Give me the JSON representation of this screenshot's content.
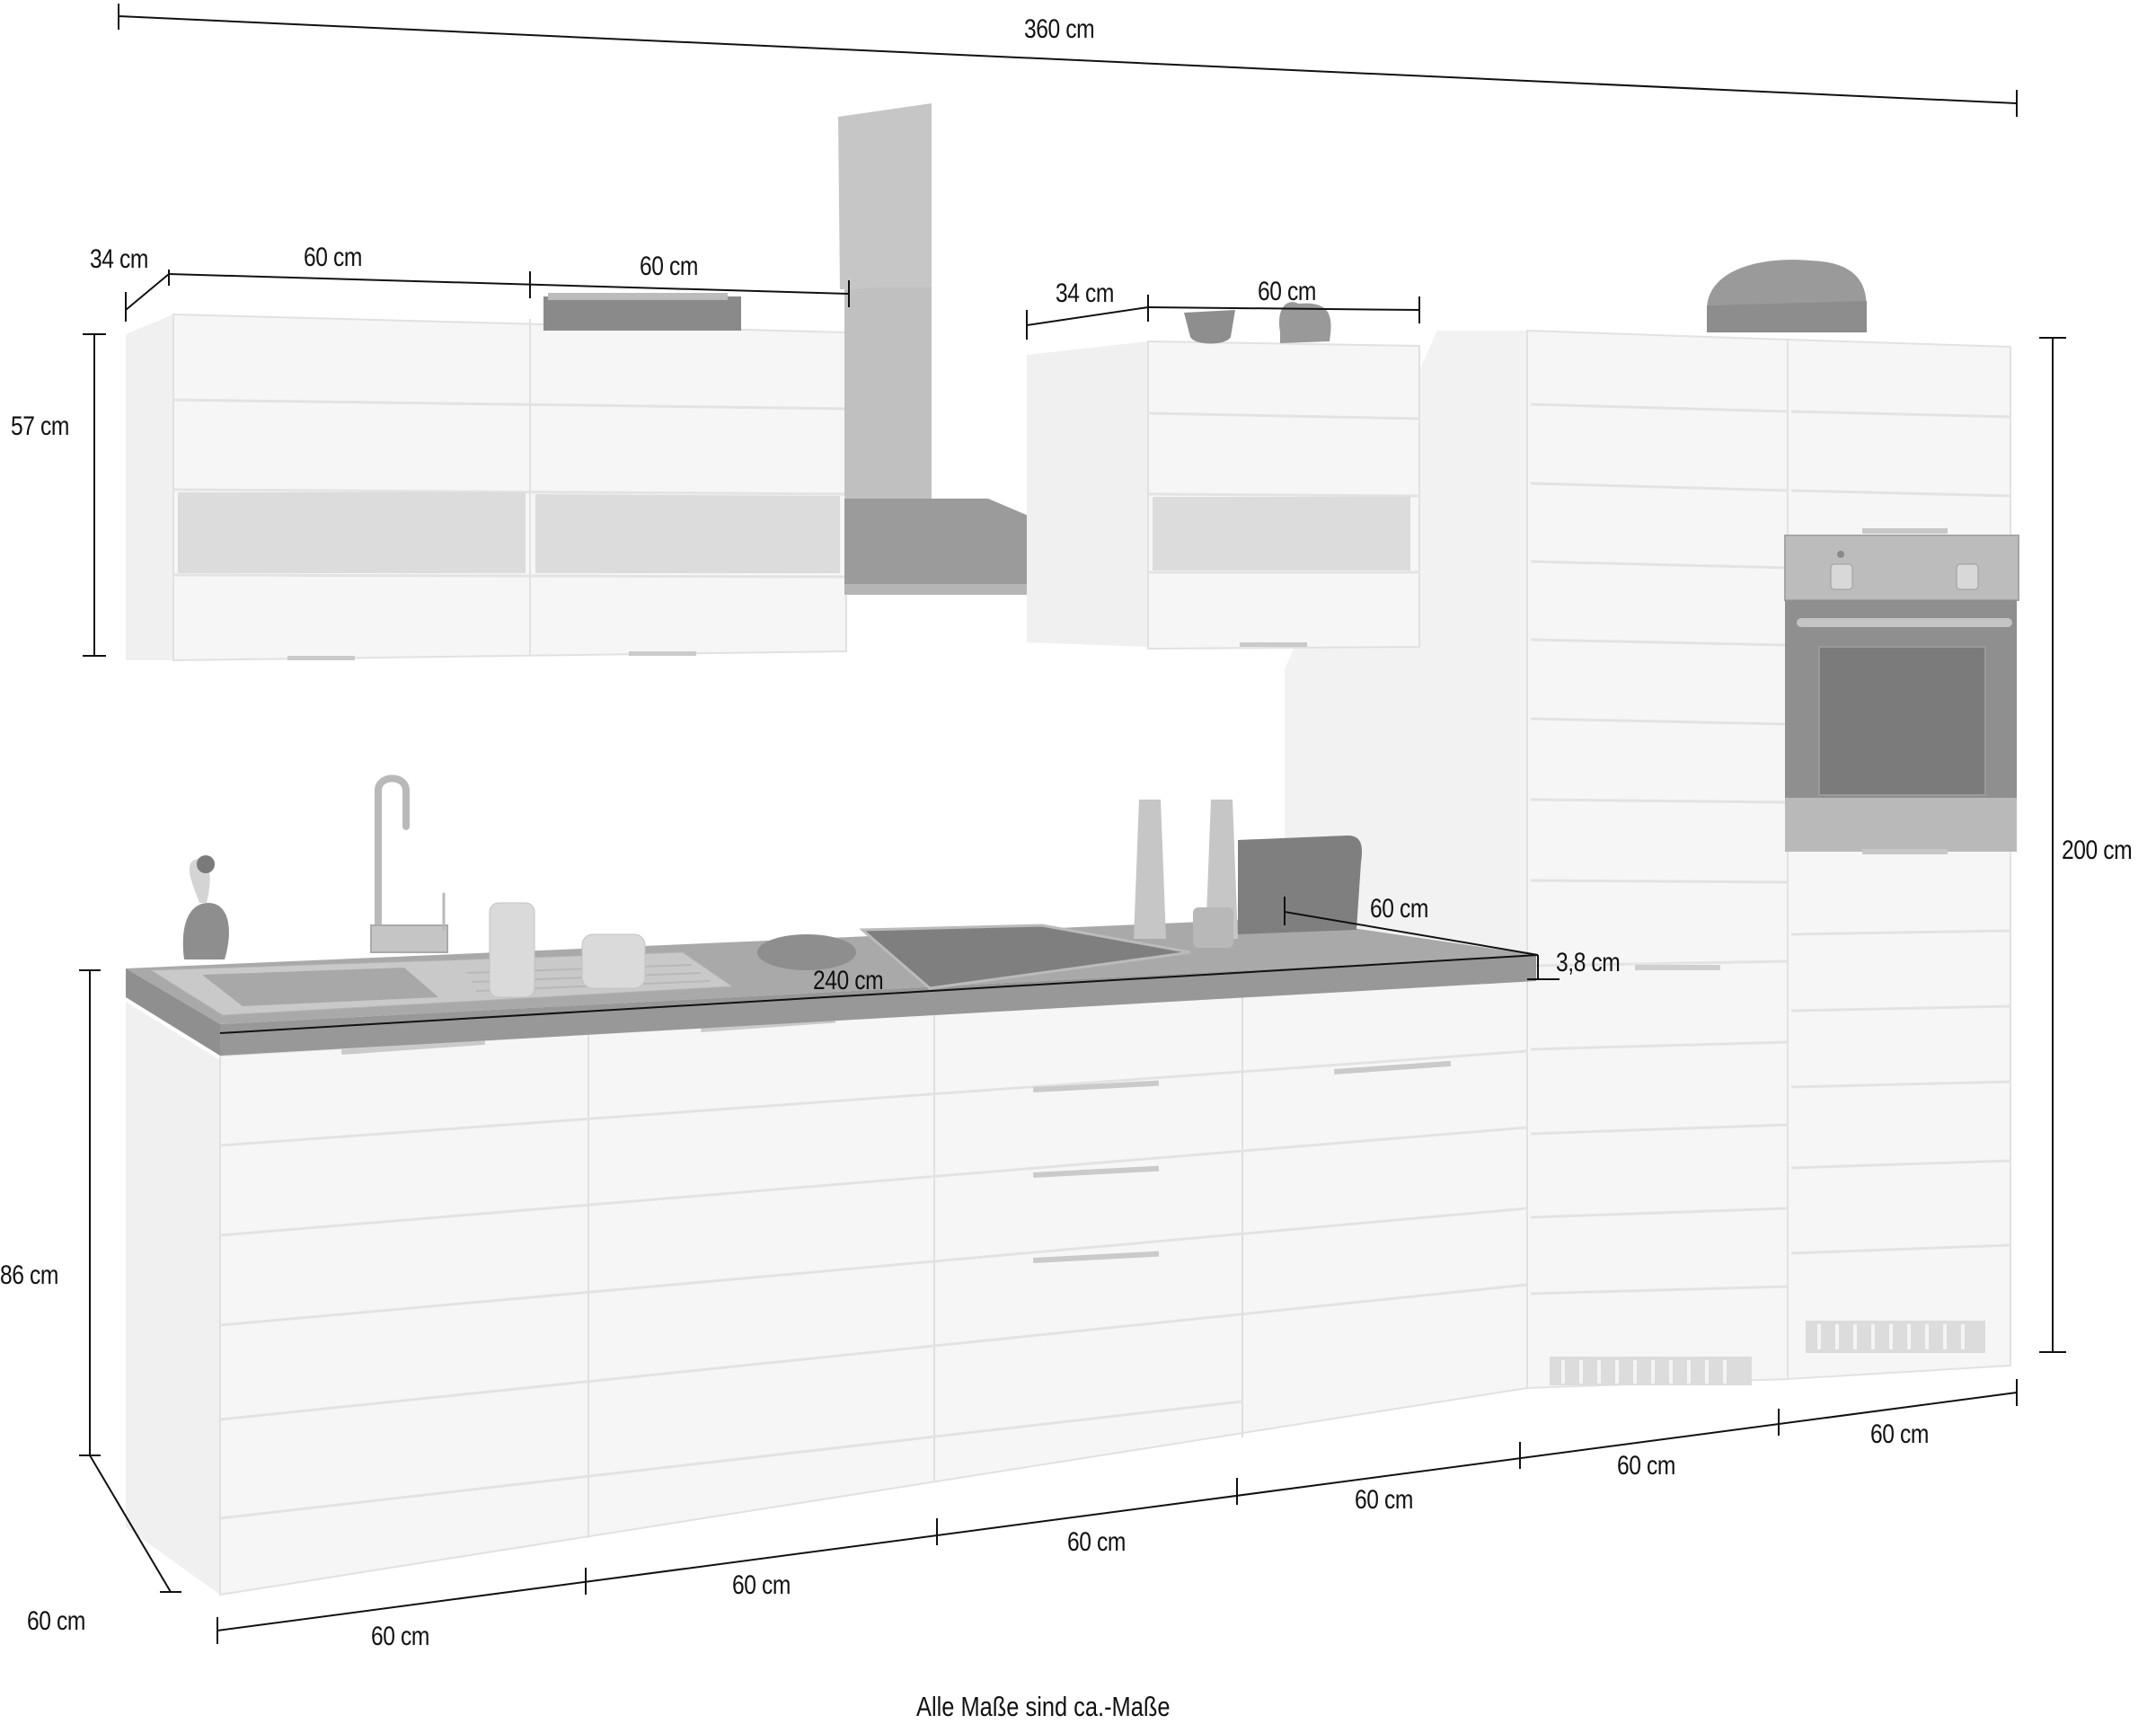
{
  "diagram": {
    "subject": "Kitchen unit (Küchenzeile) dimension drawing",
    "caption": "Alle Maße sind ca.-Maße",
    "overall": {
      "total_width": "360 cm",
      "tall_unit_height": "200 cm",
      "base_height": "86 cm",
      "base_depth": "60 cm"
    },
    "wall_units_left": {
      "depth": "34 cm",
      "width_1": "60 cm",
      "width_2": "60 cm",
      "height": "57 cm"
    },
    "wall_unit_right": {
      "depth": "34 cm",
      "width": "60 cm"
    },
    "worktop": {
      "length": "240 cm",
      "depth": "60 cm",
      "thickness": "3,8 cm"
    },
    "base_widths": [
      "60 cm",
      "60 cm",
      "60 cm",
      "60 cm",
      "60 cm",
      "60 cm"
    ],
    "appliances": [
      "extractor-hood",
      "built-in-oven",
      "ceramic-hob",
      "sink-with-drainer",
      "mixer-tap"
    ]
  },
  "colors": {
    "background": "#ffffff",
    "cabinet_front": "#f4f4f4",
    "cabinet_side": "#ececec",
    "worktop": "#a9a9a9",
    "worktop_edge": "#9a9a9a",
    "steel": "#b4b4b4",
    "dark_steel": "#8e8e8e",
    "dimension_line": "#111111"
  }
}
